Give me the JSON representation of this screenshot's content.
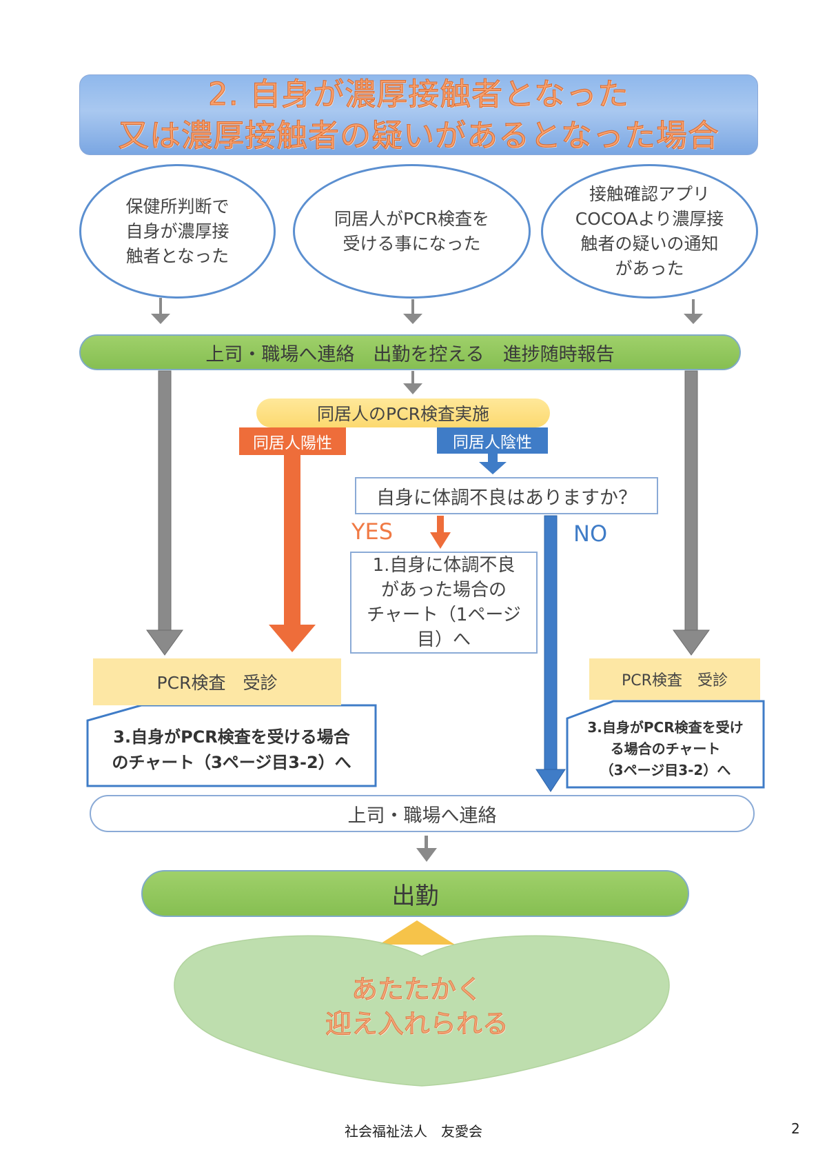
{
  "title": {
    "line1": "2. 自身が濃厚接触者となった",
    "line2": "又は濃厚接触者の疑いがあるとなった場合"
  },
  "triggers": [
    {
      "text": "保健所判断で\n自身が濃厚接\n触者となった"
    },
    {
      "text": "同居人がPCR検査を\n受ける事になった"
    },
    {
      "text": "接触確認アプリ\nCOCOAより濃厚接\n触者の疑いの通知\nがあった"
    }
  ],
  "contact_bar": "上司・職場へ連絡　出勤を控える　進捗随時報告",
  "housemate_pcr": "同居人のPCR検査実施",
  "housemate_positive": "同居人陽性",
  "housemate_negative": "同居人陰性",
  "question": "自身に体調不良はありますか？",
  "yes_label": "YES",
  "no_label": "NO",
  "chart1_ref": "1.自身に体調不良\nがあった場合の\nチャート（1ページ\n目）へ",
  "pcr_exam_left": "PCR検査　受診",
  "pcr_exam_right": "PCR検査　受診",
  "chart3_ref_left": "3.自身がPCR検査を受ける場合\nのチャート（3ページ目3-2）へ",
  "chart3_ref_right": "3.自身がPCR検査を受け\nる場合のチャート\n（3ページ目3-2）へ",
  "contact_bar_2": "上司・職場へ連絡",
  "work_label": "出勤",
  "heart_message": {
    "line1": "あたたかく",
    "line2": "迎え入れられる"
  },
  "footer": {
    "organization": "社会福祉法人　友愛会",
    "page_number": "2"
  },
  "colors": {
    "title_bg": "#8fb8ec",
    "title_text": "#f6a06e",
    "green_bar": "#8cc45a",
    "positive": "#ee6d3a",
    "negative": "#3f7cc7",
    "pcr_box": "#fde7a4",
    "heart": "#b8dba6"
  }
}
